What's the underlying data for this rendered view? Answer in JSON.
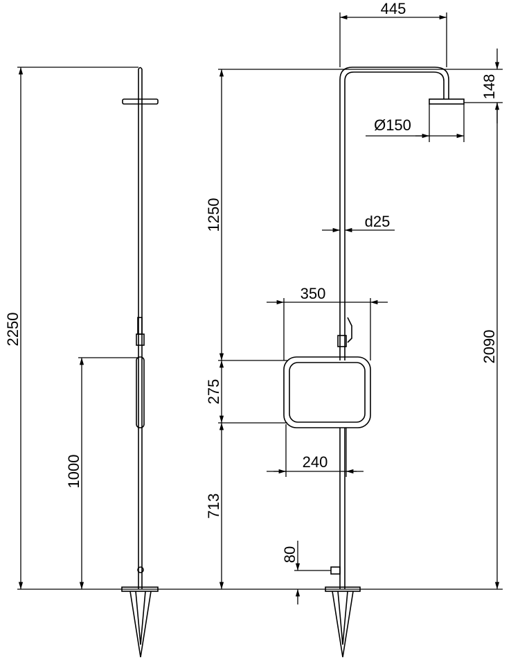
{
  "dimensions": {
    "overall_height": "2250",
    "handle_height": "1000",
    "arm_reach": "445",
    "head_drop": "148",
    "head_diameter": "Ø150",
    "head_height": "2090",
    "upper_pole": "1250",
    "pipe_diameter": "d25",
    "frame_width": "350",
    "frame_height": "275",
    "frame_inner_width": "240",
    "lower_pole": "713",
    "tap_height": "80"
  }
}
